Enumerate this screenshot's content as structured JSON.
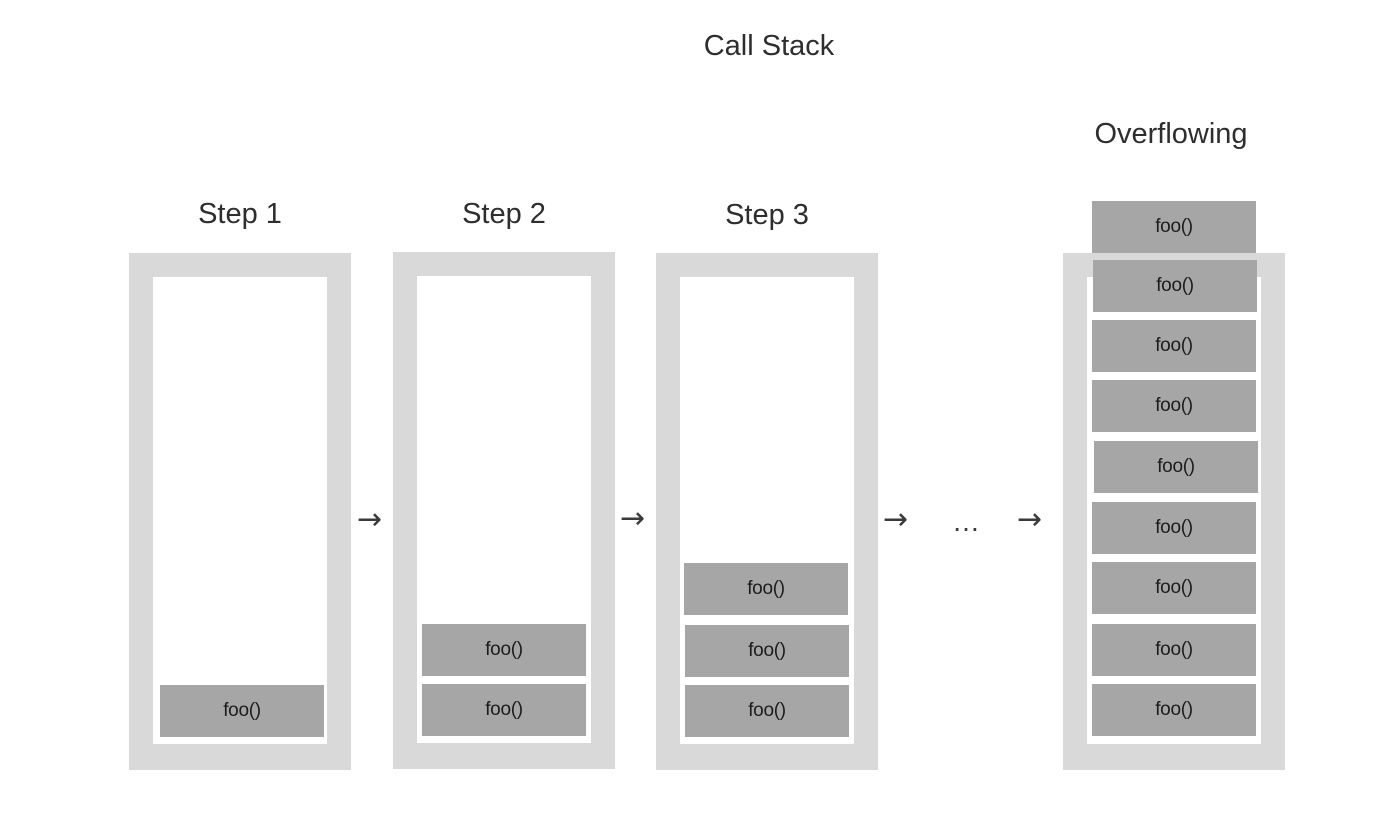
{
  "title": "Call Stack",
  "steps": [
    {
      "label": "Step 1",
      "frames": [
        "foo()"
      ]
    },
    {
      "label": "Step 2",
      "frames": [
        "foo()",
        "foo()"
      ]
    },
    {
      "label": "Step 3",
      "frames": [
        "foo()",
        "foo()",
        "foo()"
      ]
    },
    {
      "label": "Overflowing",
      "frames": [
        "foo()",
        "foo()",
        "foo()",
        "foo()",
        "foo()",
        "foo()",
        "foo()",
        "foo()",
        "foo()"
      ]
    }
  ],
  "connectors": [
    "→",
    "→",
    "→",
    "…",
    "→"
  ],
  "colors": {
    "container_border": "#d9d9d9",
    "frame_fill": "#a6a6a6",
    "background": "#ffffff"
  }
}
